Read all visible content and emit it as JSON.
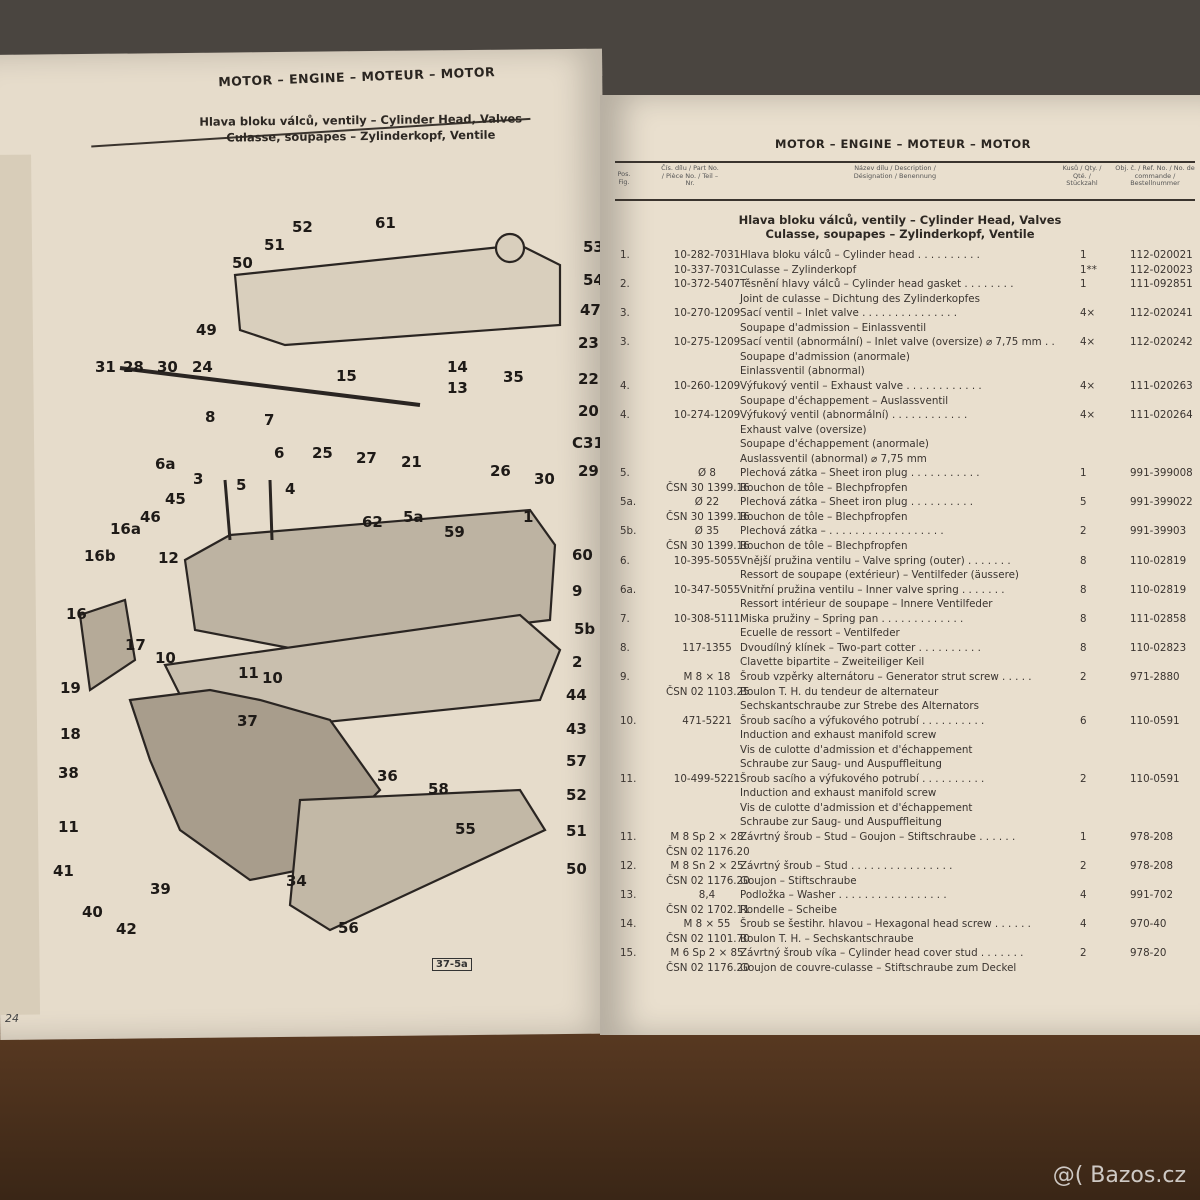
{
  "left_page": {
    "header": "MOTOR – ENGINE – MOTEUR – MOTOR",
    "subtitle_1": "Hlava bloku válců, ventily – Cylinder Head, Valves",
    "subtitle_2": "Culasse, soupapes – Zylinderkopf, Ventile",
    "callouts": [
      "52",
      "61",
      "51",
      "50",
      "53",
      "54",
      "47",
      "49",
      "15",
      "14",
      "35",
      "23",
      "22",
      "13",
      "31",
      "28",
      "30",
      "24",
      "20",
      "8",
      "7",
      "6",
      "25",
      "27",
      "21",
      "26",
      "30",
      "C31",
      "29",
      "6a",
      "3",
      "5",
      "4",
      "62",
      "5a",
      "59",
      "1",
      "45",
      "46",
      "16a",
      "16b",
      "12",
      "60",
      "9",
      "16",
      "5b",
      "17",
      "10",
      "2",
      "11",
      "10",
      "19",
      "18",
      "44",
      "43",
      "37",
      "57",
      "36",
      "58",
      "38",
      "55",
      "52",
      "51",
      "50",
      "11",
      "41",
      "39",
      "34",
      "56",
      "42",
      "40"
    ],
    "figure_ref": "37-5a",
    "page_number": "24"
  },
  "right_page": {
    "header": "MOTOR – ENGINE – MOTEUR – MOTOR",
    "columns": {
      "pos": "Pos. Fig.",
      "part": "Čís. dílu / Part No. / Pièce No. / Teil – Nr.",
      "desc": "Název dílu / Description / Désignation / Benennung",
      "qty": "Kusů / Qty. / Qté. / Stückzahl",
      "ref": "Obj. č. / Ref. No. / No. de commande / Bestellnummer"
    },
    "section_1": "Hlava bloku válců, ventily – Cylinder Head, Valves",
    "section_2": "Culasse, soupapes – Zylinderkopf, Ventile",
    "rows": [
      [
        "1.",
        "10-282-7031",
        "Hlava bloku válců – Cylinder head . . . . . . . . . .",
        "1",
        "112-020021"
      ],
      [
        "",
        "10-337-7031",
        "Culasse – Zylinderkopf",
        "1**",
        "112-020023"
      ],
      [
        "2.",
        "10-372-5407",
        "Těsnění hlavy válců – Cylinder head gasket . . . . . . . .",
        "1",
        "111-092851"
      ],
      [
        "",
        "",
        "Joint de culasse – Dichtung des Zylinderkopfes",
        "",
        ""
      ],
      [
        "3.",
        "10-270-1209",
        "Sací ventil – Inlet valve . . . . . . . . . . . . . . .",
        "4×",
        "112-020241"
      ],
      [
        "",
        "",
        "Soupape d'admission – Einlassventil",
        "",
        ""
      ],
      [
        "3.",
        "10-275-1209",
        "Sací ventil (abnormální) – Inlet valve (oversize) ⌀ 7,75 mm . .",
        "4×",
        "112-020242"
      ],
      [
        "",
        "",
        "Soupape d'admission (anormale)",
        "",
        ""
      ],
      [
        "",
        "",
        "Einlassventil (abnormal)",
        "",
        ""
      ],
      [
        "4.",
        "10-260-1209",
        "Výfukový ventil – Exhaust valve . . . . . . . . . . . .",
        "4×",
        "111-020263"
      ],
      [
        "",
        "",
        "Soupape d'échappement – Auslassventil",
        "",
        ""
      ],
      [
        "4.",
        "10-274-1209",
        "Výfukový ventil (abnormální) . . . . . . . . . . . .",
        "4×",
        "111-020264"
      ],
      [
        "",
        "",
        "Exhaust valve (oversize)",
        "",
        ""
      ],
      [
        "",
        "",
        "Soupape d'échappement (anormale)",
        "",
        ""
      ],
      [
        "",
        "",
        "Auslassventil (abnormal) ⌀ 7,75 mm",
        "",
        ""
      ],
      [
        "5.",
        "Ø 8",
        "Plechová zátka – Sheet iron plug . . . . . . . . . . .",
        "1",
        "991-399008"
      ],
      [
        "",
        "ČSN 30 1399.16",
        "Bouchon de tôle – Blechpfropfen",
        "",
        ""
      ],
      [
        "5a.",
        "Ø 22",
        "Plechová zátka – Sheet iron plug . . . . . . . . . .",
        "5",
        "991-399022"
      ],
      [
        "",
        "ČSN 30 1399.16",
        "Bouchon de tôle – Blechpfropfen",
        "",
        ""
      ],
      [
        "5b.",
        "Ø 35",
        "Plechová zátka – . . . . . . . . . . . . . . . . . .",
        "2",
        "991-39903"
      ],
      [
        "",
        "ČSN 30 1399.16",
        "Bouchon de tôle – Blechpfropfen",
        "",
        ""
      ],
      [
        "6.",
        "10-395-5055",
        "Vnější pružina ventilu – Valve spring (outer) . . . . . . .",
        "8",
        "110-02819"
      ],
      [
        "",
        "",
        "Ressort de soupape (extérieur) – Ventilfeder (äussere)",
        "",
        ""
      ],
      [
        "6a.",
        "10-347-5055",
        "Vnitřní pružina ventilu – Inner valve spring . . . . . . .",
        "8",
        "110-02819"
      ],
      [
        "",
        "",
        "Ressort intérieur de soupape – Innere Ventilfeder",
        "",
        ""
      ],
      [
        "7.",
        "10-308-5111",
        "Miska pružiny – Spring pan . . . . . . . . . . . . .",
        "8",
        "111-02858"
      ],
      [
        "",
        "",
        "Ecuelle de ressort – Ventilfeder",
        "",
        ""
      ],
      [
        "8.",
        "117-1355",
        "Dvoudílný klínek – Two-part cotter . . . . . . . . . .",
        "8",
        "110-02823"
      ],
      [
        "",
        "",
        "Clavette bipartite – Zweiteiliger Keil",
        "",
        ""
      ],
      [
        "9.",
        "M 8 × 18",
        "Šroub vzpěrky alternátoru – Generator strut screw . . . . .",
        "2",
        "971-2880"
      ],
      [
        "",
        "ČSN 02 1103.25",
        "Boulon T. H. du tendeur de alternateur",
        "",
        ""
      ],
      [
        "",
        "",
        "Sechskantschraube zur Strebe des Alternators",
        "",
        ""
      ],
      [
        "10.",
        "471-5221",
        "Šroub sacího a výfukového potrubí . . . . . . . . . .",
        "6",
        "110-0591"
      ],
      [
        "",
        "",
        "Induction and exhaust manifold screw",
        "",
        ""
      ],
      [
        "",
        "",
        "Vis de culotte d'admission et d'échappement",
        "",
        ""
      ],
      [
        "",
        "",
        "Schraube zur Saug- und Auspuffleitung",
        "",
        ""
      ],
      [
        "11.",
        "10-499-5221",
        "Šroub sacího a výfukového potrubí . . . . . . . . . .",
        "2",
        "110-0591"
      ],
      [
        "",
        "",
        "Induction and exhaust manifold screw",
        "",
        ""
      ],
      [
        "",
        "",
        "Vis de culotte d'admission et d'échappement",
        "",
        ""
      ],
      [
        "",
        "",
        "Schraube zur Saug- und Auspuffleitung",
        "",
        ""
      ],
      [
        "11.",
        "M 8 Sp 2 × 28",
        "Závrtný šroub – Stud – Goujon – Stiftschraube . . . . . .",
        "1",
        "978-208"
      ],
      [
        "",
        "ČSN 02 1176.20",
        "",
        "",
        ""
      ],
      [
        "12.",
        "M 8 Sn 2 × 25",
        "Závrtný šroub – Stud . . . . . . . . . . . . . . . .",
        "2",
        "978-208"
      ],
      [
        "",
        "ČSN 02 1176.20",
        "Goujon – Stiftschraube",
        "",
        ""
      ],
      [
        "13.",
        "8,4",
        "Podložka – Washer . . . . . . . . . . . . . . . . .",
        "4",
        "991-702"
      ],
      [
        "",
        "ČSN 02 1702.11",
        "Rondelle – Scheibe",
        "",
        ""
      ],
      [
        "14.",
        "M 8 × 55",
        "Šroub se šestihr. hlavou – Hexagonal head screw . . . . . .",
        "4",
        "970-40"
      ],
      [
        "",
        "ČSN 02 1101.70",
        "Boulon T. H. – Sechskantschraube",
        "",
        ""
      ],
      [
        "15.",
        "M 6 Sp 2 × 85",
        "Závrtný šroub víka – Cylinder head cover stud . . . . . . .",
        "2",
        "978-20"
      ],
      [
        "",
        "ČSN 02 1176.20",
        "Goujon de couvre-culasse – Stiftschraube zum Deckel",
        "",
        ""
      ]
    ]
  },
  "watermark": "@( Bazos.cz"
}
